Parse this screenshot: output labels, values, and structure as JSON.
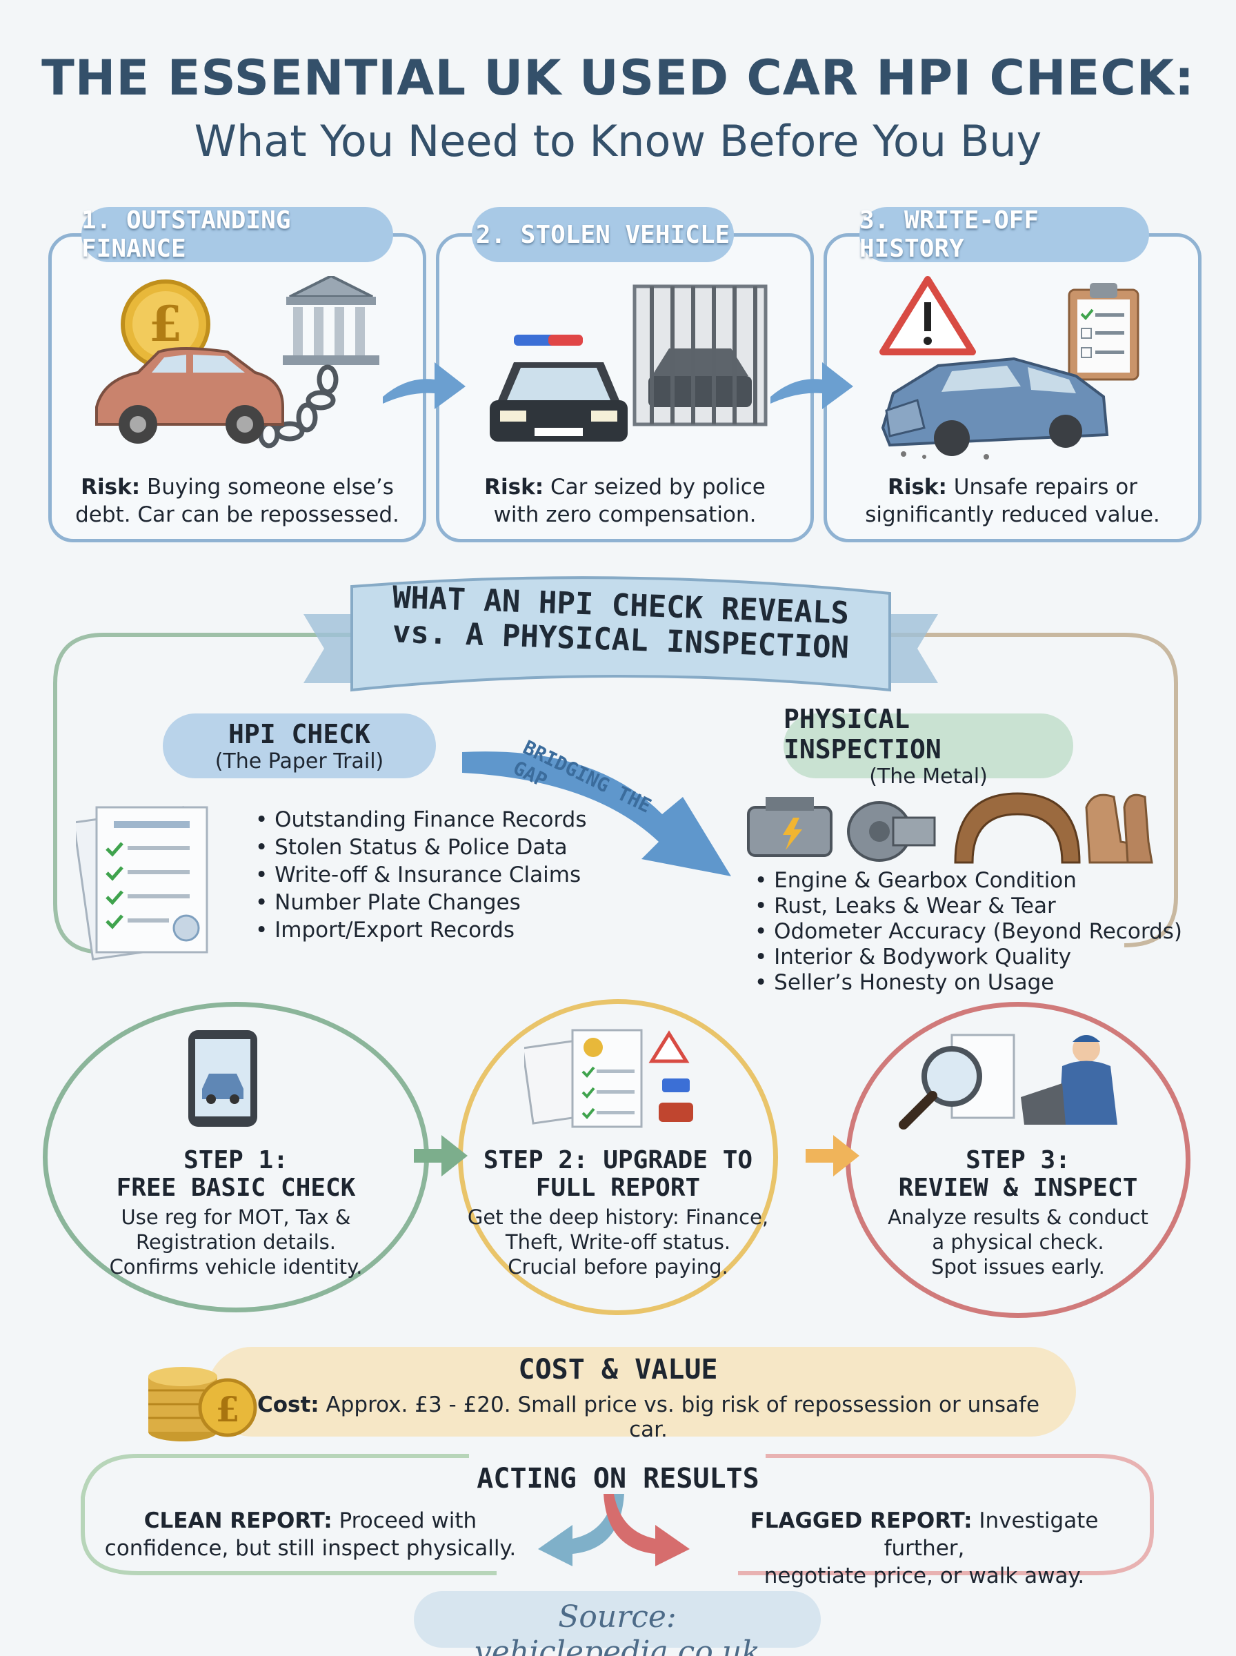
{
  "title": "THE ESSENTIAL UK USED CAR HPI CHECK:",
  "subtitle": "What You Need to Know Before You Buy",
  "risks": [
    {
      "label": "1. OUTSTANDING FINANCE",
      "risk_prefix": "Risk:",
      "risk_text_1": " Buying someone else’s",
      "risk_text_2": "debt. Car can be repossessed."
    },
    {
      "label": "2. STOLEN VEHICLE",
      "risk_prefix": "Risk:",
      "risk_text_1": " Car seized by police",
      "risk_text_2": "with zero compensation."
    },
    {
      "label": "3. WRITE-OFF HISTORY",
      "risk_prefix": "Risk:",
      "risk_text_1": " Unsafe repairs or",
      "risk_text_2": "significantly reduced value."
    }
  ],
  "banner": {
    "line1": "WHAT AN HPI CHECK REVEALS",
    "line2": "vs. A PHYSICAL INSPECTION"
  },
  "bridge_label": "BRIDGING THE GAP",
  "hpi": {
    "title": "HPI CHECK",
    "subtitle": "(The Paper Trail)",
    "items": [
      "Outstanding Finance Records",
      "Stolen Status & Police Data",
      "Write-off & Insurance Claims",
      "Number Plate Changes",
      "Import/Export Records"
    ]
  },
  "physical": {
    "title": "PHYSICAL INSPECTION",
    "subtitle": "(The Metal)",
    "items": [
      "Engine & Gearbox Condition",
      "Rust, Leaks & Wear & Tear",
      "Odometer Accuracy (Beyond Records)",
      "Interior & Bodywork Quality",
      "Seller’s Honesty on Usage"
    ]
  },
  "steps": [
    {
      "title_1": "STEP 1:",
      "title_2": "FREE BASIC CHECK",
      "body": [
        "Use reg for MOT, Tax &",
        "Registration details.",
        "Confirms vehicle identity."
      ]
    },
    {
      "title_1": "STEP 2: UPGRADE TO",
      "title_2": "FULL REPORT",
      "body": [
        "Get the deep history: Finance,",
        "Theft, Write-off status.",
        "Crucial before paying."
      ]
    },
    {
      "title_1": "STEP 3:",
      "title_2": "REVIEW & INSPECT",
      "body": [
        "Analyze results & conduct",
        "a physical check.",
        "Spot issues early."
      ]
    }
  ],
  "cost": {
    "title": "COST & VALUE",
    "prefix": "Cost:",
    "text": " Approx. £3 - £20. Small price vs. big risk of repossession or unsafe car."
  },
  "acting": {
    "title": "ACTING ON RESULTS",
    "clean_prefix": "CLEAN REPORT:",
    "clean_text_1": " Proceed with",
    "clean_text_2": "confidence, but still inspect physically.",
    "flagged_prefix": "FLAGGED REPORT:",
    "flagged_text_1": " Investigate further,",
    "flagged_text_2": "negotiate price, or walk away."
  },
  "source": "Source: vehiclepedia.co.uk",
  "colors": {
    "title": "#34506a",
    "blue": "#8fb2d2",
    "green": "#8bb59a",
    "yellow": "#e9c46a",
    "red": "#d07a7a",
    "check": "#3fa34d"
  },
  "icons": [
    "pound-coin-icon",
    "bank-icon",
    "chain-icon",
    "police-car-icon",
    "jail-icon",
    "warning-icon",
    "clipboard-icon",
    "crashed-car-icon",
    "documents-icon",
    "engine-icon",
    "gearbox-icon",
    "rusty-arch-icon",
    "car-seat-icon",
    "tablet-car-icon",
    "report-icon",
    "magnifier-icon",
    "mechanic-icon",
    "coin-stack-icon"
  ]
}
